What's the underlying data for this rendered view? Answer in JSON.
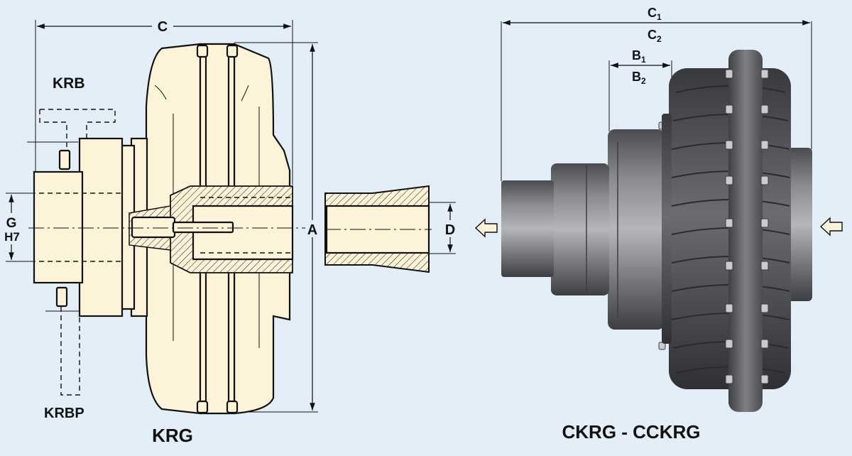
{
  "left_drawing": {
    "title": "KRG",
    "labels": {
      "c": "C",
      "a": "A",
      "g": "G",
      "h7": "H7",
      "d": "D",
      "krb": "KRB",
      "krbp": "KRBP"
    }
  },
  "right_drawing": {
    "title": "CKRG - CCKRG",
    "labels": {
      "c1": "C",
      "c1_sub": "1",
      "c2": "C",
      "c2_sub": "2",
      "b1": "B",
      "b1_sub": "1",
      "b2": "B",
      "b2_sub": "2"
    }
  },
  "colors": {
    "background": "#e4eef8",
    "drawing_fill": "#fdf3d9",
    "metal": "#6d6f73"
  }
}
